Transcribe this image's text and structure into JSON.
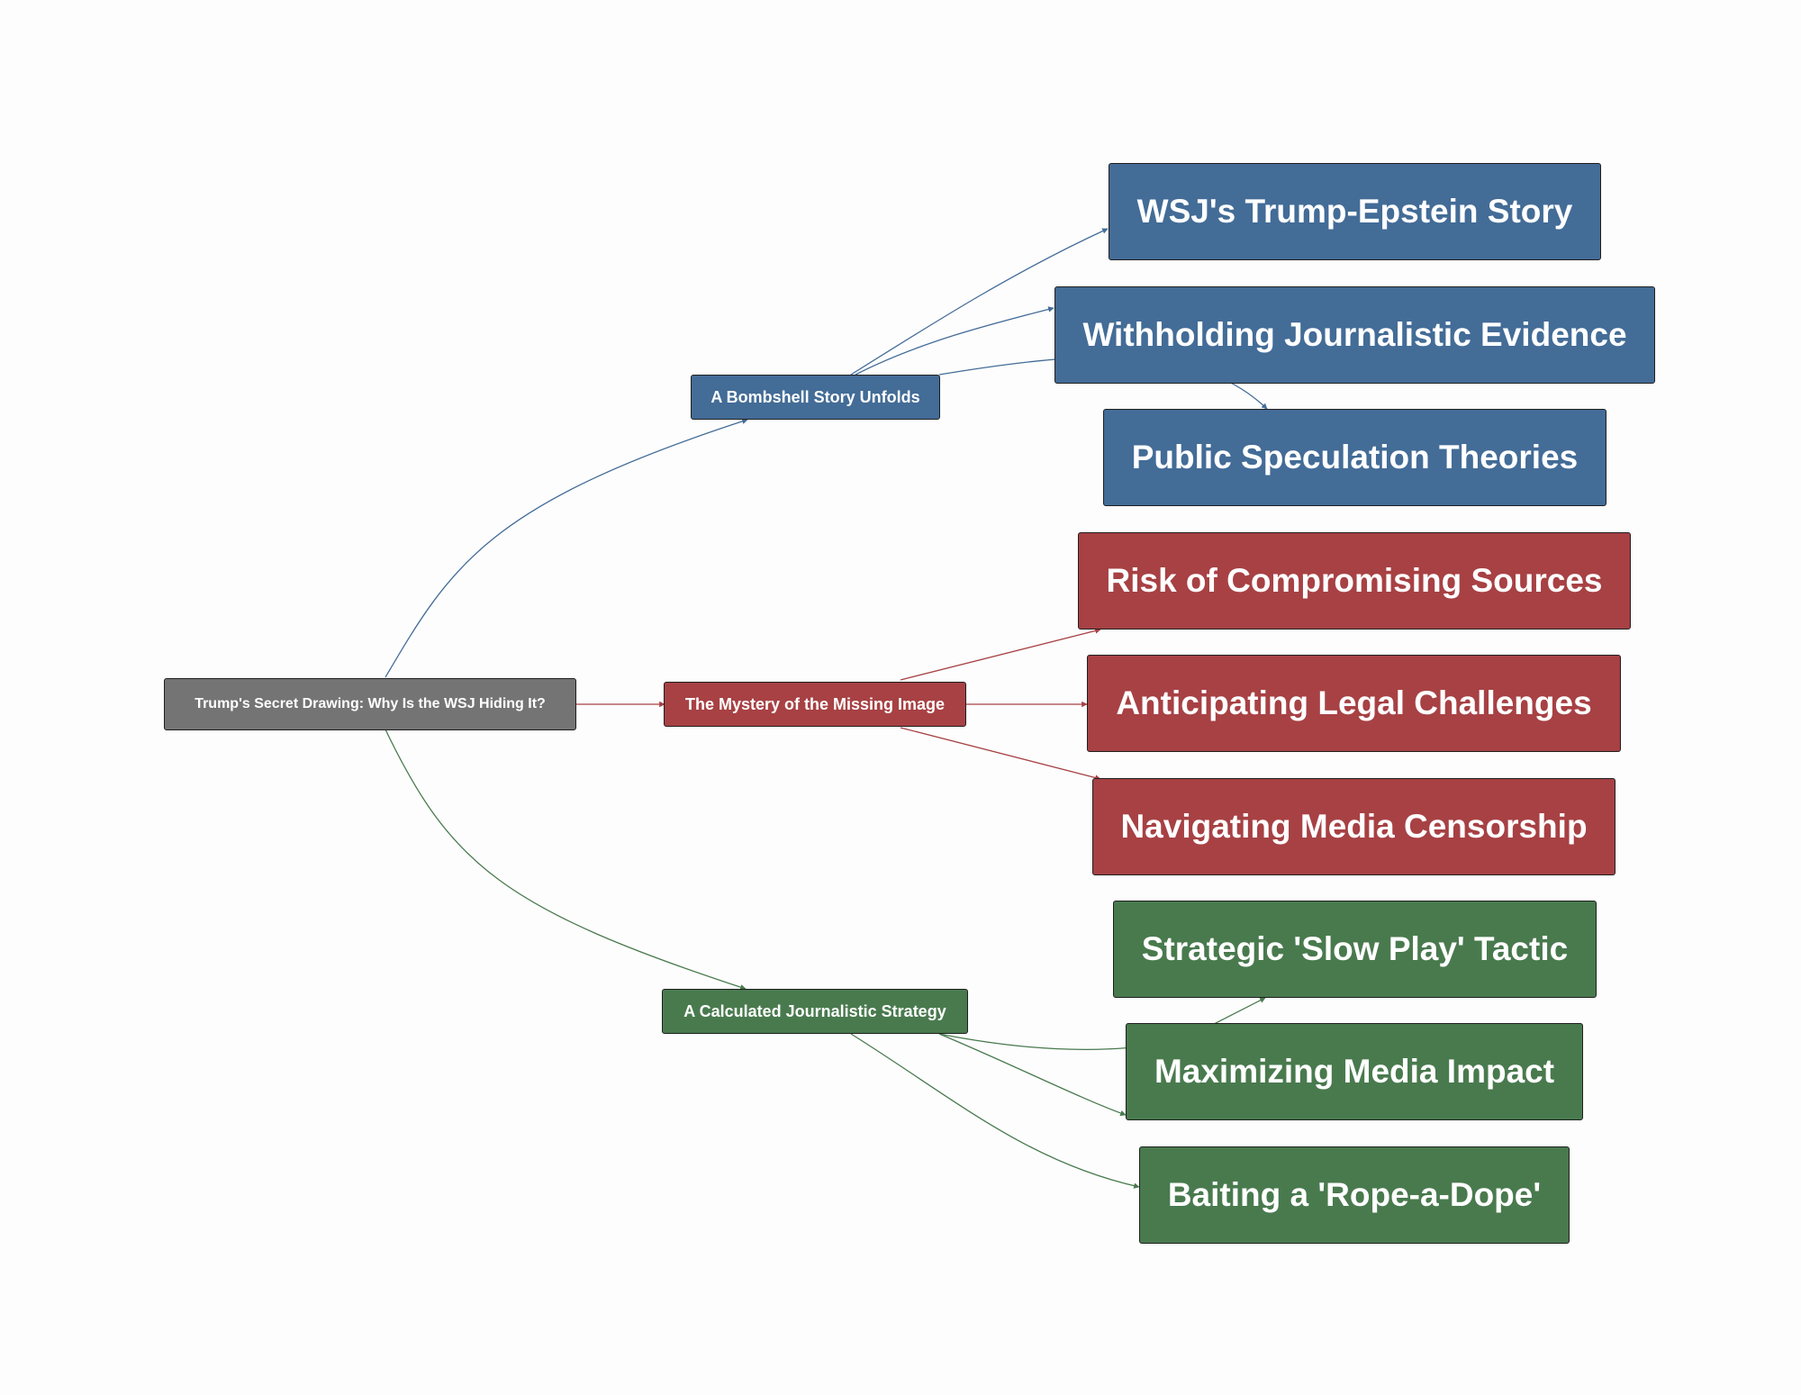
{
  "diagram": {
    "root": {
      "label": "Trump's Secret Drawing: Why Is the WSJ Hiding It?"
    },
    "branches": [
      {
        "label": "A Bombshell Story Unfolds",
        "color": "#436c97",
        "children": [
          {
            "label": "WSJ's Trump-Epstein Story"
          },
          {
            "label": "Withholding Journalistic Evidence"
          },
          {
            "label": "Public Speculation Theories"
          }
        ]
      },
      {
        "label": "The Mystery of the Missing Image",
        "color": "#a74144",
        "children": [
          {
            "label": "Risk of Compromising Sources"
          },
          {
            "label": "Anticipating Legal Challenges"
          },
          {
            "label": "Navigating Media Censorship"
          }
        ]
      },
      {
        "label": "A Calculated Journalistic Strategy",
        "color": "#497a4e",
        "children": [
          {
            "label": "Strategic 'Slow Play' Tactic"
          },
          {
            "label": "Maximizing Media Impact"
          },
          {
            "label": "Baiting a 'Rope-a-Dope'"
          }
        ]
      }
    ],
    "colors": {
      "root": "#747474",
      "blue": "#436c97",
      "red": "#a74144",
      "green": "#497a4e"
    }
  }
}
